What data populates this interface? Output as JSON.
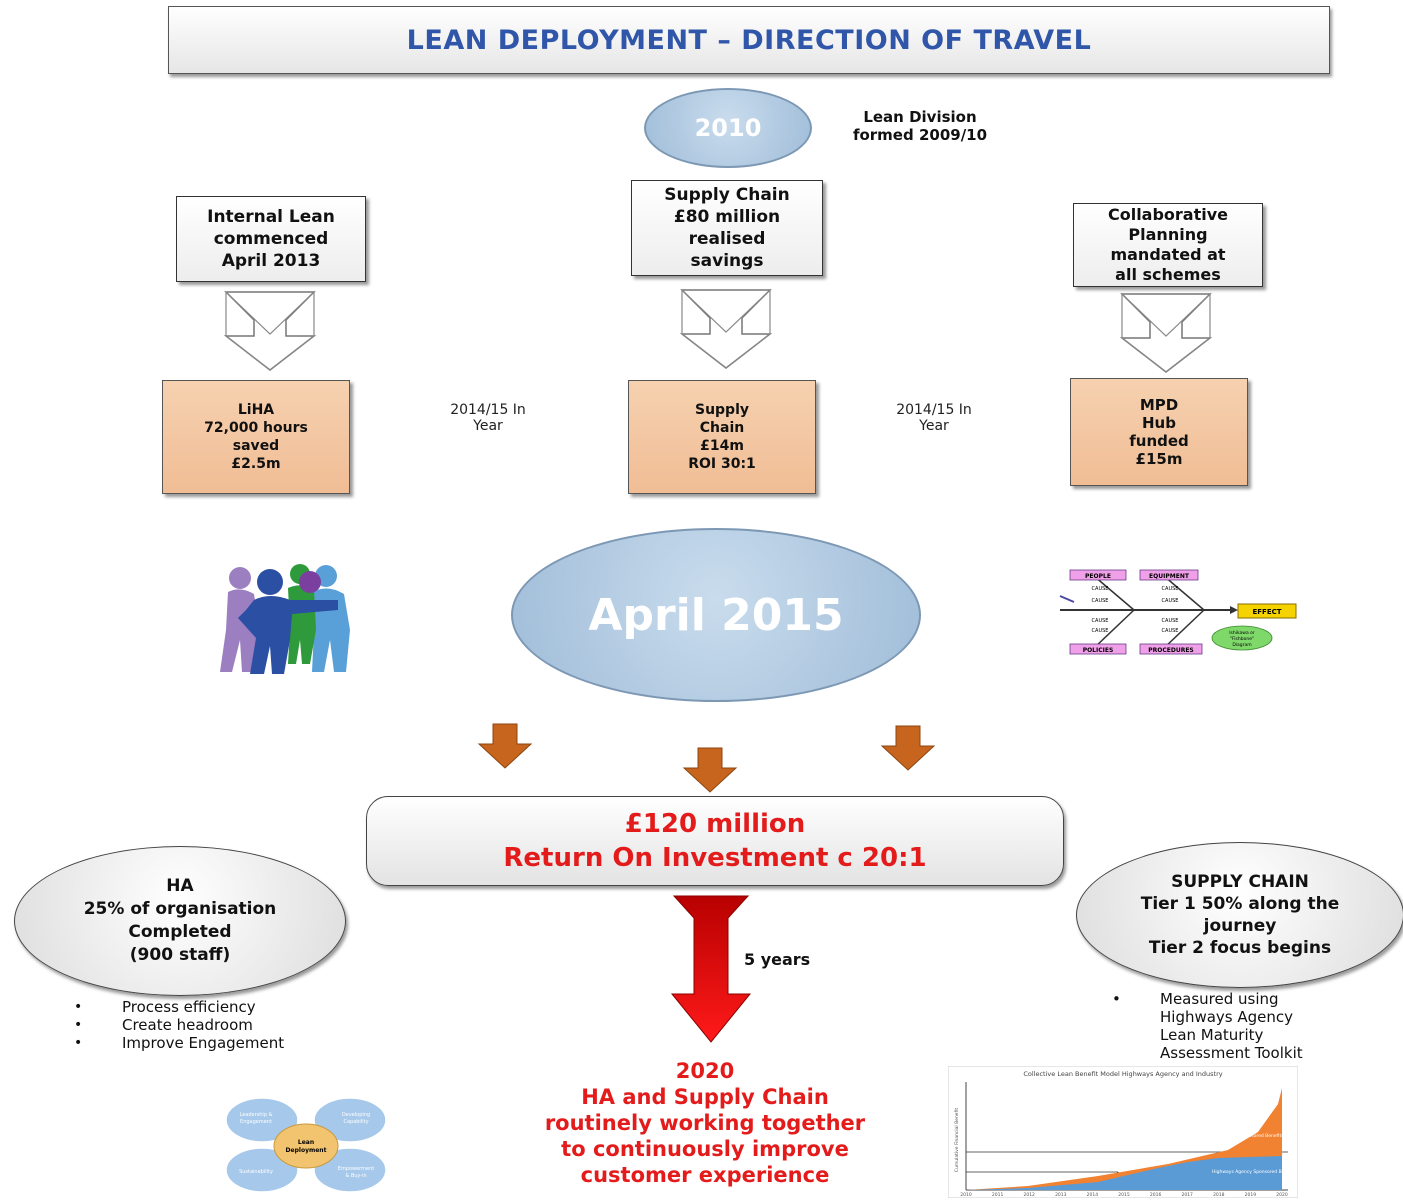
{
  "title": "LEAN DEPLOYMENT – DIRECTION OF TRAVEL",
  "top_ellipse": {
    "label": "2010",
    "note_line1": "Lean Division",
    "note_line2": "formed 2009/10"
  },
  "columns": {
    "left": {
      "box": [
        "Internal Lean",
        "commenced",
        "April 2013"
      ],
      "result": [
        "LiHA",
        "72,000 hours",
        "saved",
        "£2.5m"
      ]
    },
    "middle": {
      "box": [
        "Supply Chain",
        "£80 million",
        "realised",
        "savings"
      ],
      "result": [
        "Supply",
        "Chain",
        "£14m",
        "ROI 30:1"
      ]
    },
    "right": {
      "box": [
        "Collaborative",
        "Planning",
        "mandated at",
        "all schemes"
      ],
      "result": [
        "MPD",
        "Hub",
        "funded",
        "£15m"
      ]
    }
  },
  "in_year_labels": [
    [
      "2014/15 In",
      "Year"
    ],
    [
      "2014/15 In",
      "Year"
    ]
  ],
  "center_ellipse": "April 2015",
  "fishbone": {
    "people": "PEOPLE",
    "equipment": "EQUIPMENT",
    "policies": "POLICIES",
    "procedures": "PROCEDURES",
    "cause": "CAUSE",
    "effect": "EFFECT",
    "note": [
      "Ishikawa or",
      "\"Fishbone\"",
      "Diagram"
    ]
  },
  "roi": {
    "line1": "£120 million",
    "line2": "Return On Investment c 20:1"
  },
  "ha_ellipse": [
    "HA",
    "25% of organisation",
    "Completed",
    "(900 staff)"
  ],
  "ha_bullets": [
    "Process efficiency",
    "Create headroom",
    "Improve Engagement"
  ],
  "supply_ellipse": [
    "SUPPLY CHAIN",
    "Tier 1 50% along the",
    "journey",
    "Tier 2 focus begins"
  ],
  "supply_bullet": [
    "Measured using",
    "Highways Agency",
    "Lean Maturity",
    "Assessment Toolkit"
  ],
  "duration": "5 years",
  "goal": [
    "2020",
    "HA and Supply Chain",
    "routinely working together",
    "to continuously improve",
    "customer experience"
  ],
  "venn": {
    "center": [
      "Lean",
      "Deployment"
    ],
    "tl": [
      "Leadership &",
      "Engagement"
    ],
    "tr": [
      "Developing",
      "Capability"
    ],
    "bl": [
      "Sustainability"
    ],
    "br": [
      "Empowerment",
      "& Buy-in"
    ]
  },
  "mini_chart": {
    "title": "Collective Lean Benefit Model Highways Agency and Industry",
    "ylabel": "Cumulative Financial Benefit",
    "series": [
      "Industry Sponsored Benefits",
      "Highways Agency Sponsored Benefits"
    ],
    "colors": {
      "industry": "#f08232",
      "agency": "#5b9bd5"
    },
    "x": [
      "2010",
      "2011",
      "2012",
      "2013",
      "2014",
      "2015",
      "2016",
      "2017",
      "2018",
      "2019",
      "2020"
    ]
  }
}
